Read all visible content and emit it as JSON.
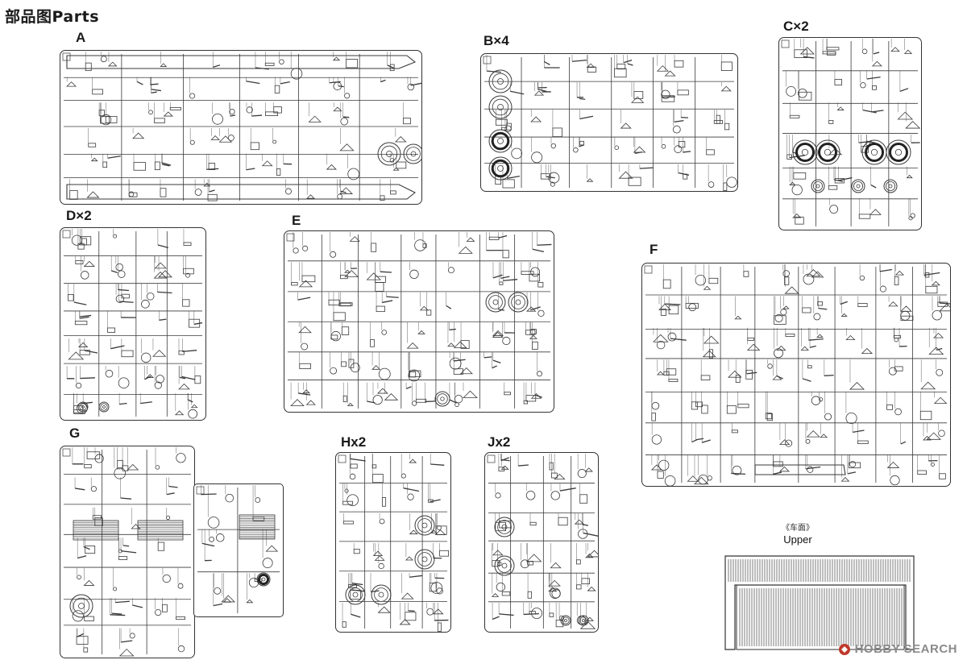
{
  "page": {
    "title": "部品图Parts",
    "upper_cn": "《车面》",
    "upper_en": "Upper",
    "watermark": "HOBBY SEARCH"
  },
  "sprues": [
    {
      "id": "A",
      "label": "A"
    },
    {
      "id": "B",
      "label": "B×4"
    },
    {
      "id": "C",
      "label": "C×2"
    },
    {
      "id": "D",
      "label": "D×2"
    },
    {
      "id": "E",
      "label": "E"
    },
    {
      "id": "F",
      "label": "F"
    },
    {
      "id": "G",
      "label": "G"
    },
    {
      "id": "H",
      "label": "Hx2"
    },
    {
      "id": "J",
      "label": "Jx2"
    }
  ],
  "colors": {
    "line": "#333333",
    "watermark": "#8a8a8a",
    "logo": "#c0392b"
  }
}
